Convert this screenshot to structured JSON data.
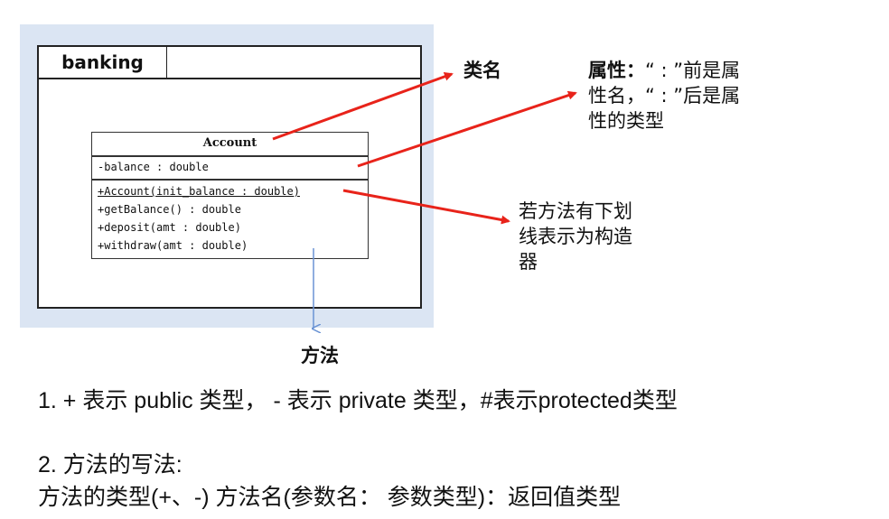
{
  "package": {
    "name": "banking"
  },
  "class": {
    "name": "Account",
    "attributes": [
      "-balance : double"
    ],
    "methods": [
      "+Account(init_balance : double)",
      "+getBalance() : double",
      "+deposit(amt : double)",
      "+withdraw(amt : double)"
    ]
  },
  "annotations": {
    "class_name": "类名",
    "attribute_bold": "属性：",
    "attribute_rest_line1": "“ : ”前是属",
    "attribute_line2": "性名，“ : ”后是属",
    "attribute_line3": "性的类型",
    "constructor_line1": "若方法有下划",
    "constructor_line2": "线表示为构造",
    "constructor_line3": "器",
    "method": "方法"
  },
  "notes": {
    "line1": "1. + 表示 public 类型，  - 表示 private 类型，#表示protected类型",
    "line2": "2. 方法的写法:",
    "line3": "方法的类型(+、-)  方法名(参数名：  参数类型)：返回值类型"
  },
  "colors": {
    "arrow_red": "#e8231a",
    "arrow_blue": "#6a93d4",
    "panel_bg": "#dbe5f3"
  }
}
